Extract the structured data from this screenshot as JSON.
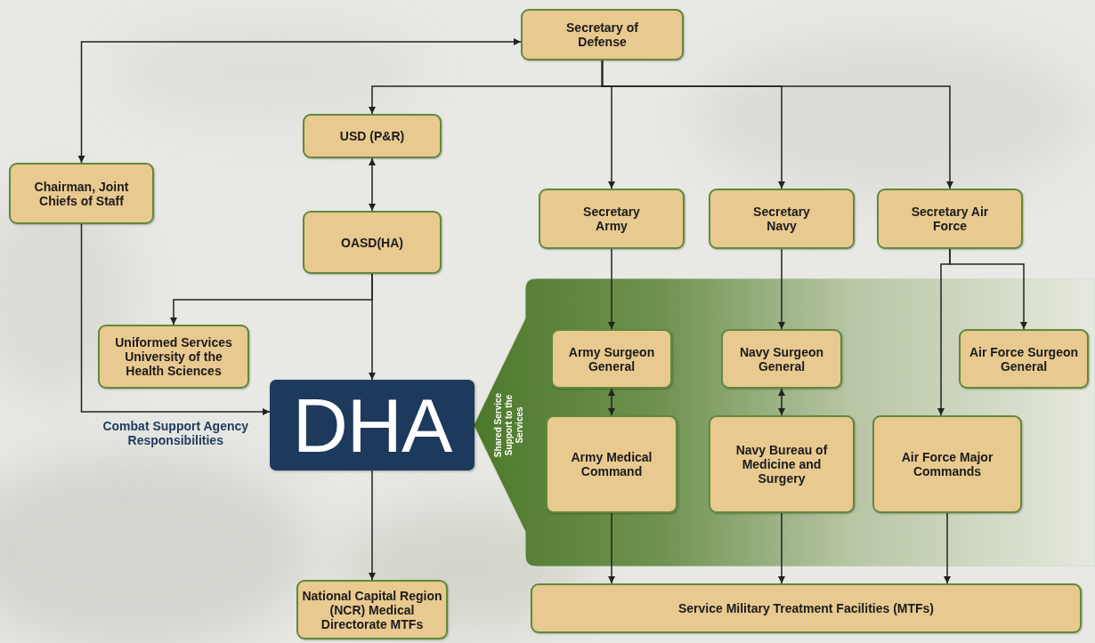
{
  "diagram": {
    "nodes": [
      {
        "text": [
          "Secretary of Defense"
        ]
      },
      {
        "text": [
          "USD (P&R)"
        ]
      },
      {
        "text": [
          "Chairman, Joint Chiefs of Staff"
        ]
      },
      {
        "text": [
          "Secretary Army"
        ]
      },
      {
        "text": [
          "Secretary Navy"
        ]
      },
      {
        "text": [
          "Secretary Air Force"
        ]
      },
      {
        "text": [
          "OASD(HA)"
        ]
      },
      {
        "text": [
          "Uniformed Services University of the Health Sciences"
        ]
      },
      {
        "text": [
          "DHA"
        ]
      },
      {
        "text": [
          "Shared Service Support to the Services"
        ]
      },
      {
        "text": [
          "Army Surgeon General"
        ],
        "in": 9
      },
      {
        "text": [
          "Navy Surgeon General"
        ],
        "in": 9
      },
      {
        "text": [
          "Air Force Surgeon General"
        ],
        "in": 9
      },
      {
        "text": [
          "Army Medical Command"
        ],
        "in": 9
      },
      {
        "text": [
          "Navy Bureau of Medicine and Surgery"
        ],
        "in": 9
      },
      {
        "text": [
          "Air Force Major Commands"
        ],
        "in": 9
      },
      {
        "text": [
          "National Capital Region (NCR) Medical Directorate MTFs"
        ]
      },
      {
        "text": [
          "Service Military Treatment Facilities (MTFs)"
        ]
      }
    ],
    "edges": [
      {
        "from": 0,
        "to": 2,
        "arrow": "both"
      },
      {
        "from": 0,
        "to": 1,
        "arrow": "to"
      },
      {
        "from": 0,
        "to": 3,
        "arrow": "to"
      },
      {
        "from": 0,
        "to": 4,
        "arrow": "to"
      },
      {
        "from": 0,
        "to": 5,
        "arrow": "to"
      },
      {
        "from": 1,
        "to": 6,
        "arrow": "both"
      },
      {
        "from": 2,
        "to": 8,
        "label": "Combat Support Agency Responsibilities",
        "arrow": "to"
      },
      {
        "from": 6,
        "to": 7,
        "arrow": "to"
      },
      {
        "from": 6,
        "to": 8,
        "arrow": "to"
      },
      {
        "from": 8,
        "to": 16,
        "arrow": "to"
      },
      {
        "from": 3,
        "to": 10,
        "arrow": "to"
      },
      {
        "from": 10,
        "to": 13,
        "arrow": "both"
      },
      {
        "from": 13,
        "to": 17,
        "arrow": "to"
      },
      {
        "from": 4,
        "to": 11,
        "arrow": "to"
      },
      {
        "from": 11,
        "to": 14,
        "arrow": "both"
      },
      {
        "from": 14,
        "to": 17,
        "arrow": "to"
      },
      {
        "from": 5,
        "to": 12,
        "arrow": "to"
      },
      {
        "from": 5,
        "to": 15,
        "arrow": "to"
      },
      {
        "from": 15,
        "to": 17,
        "arrow": "to"
      }
    ]
  }
}
